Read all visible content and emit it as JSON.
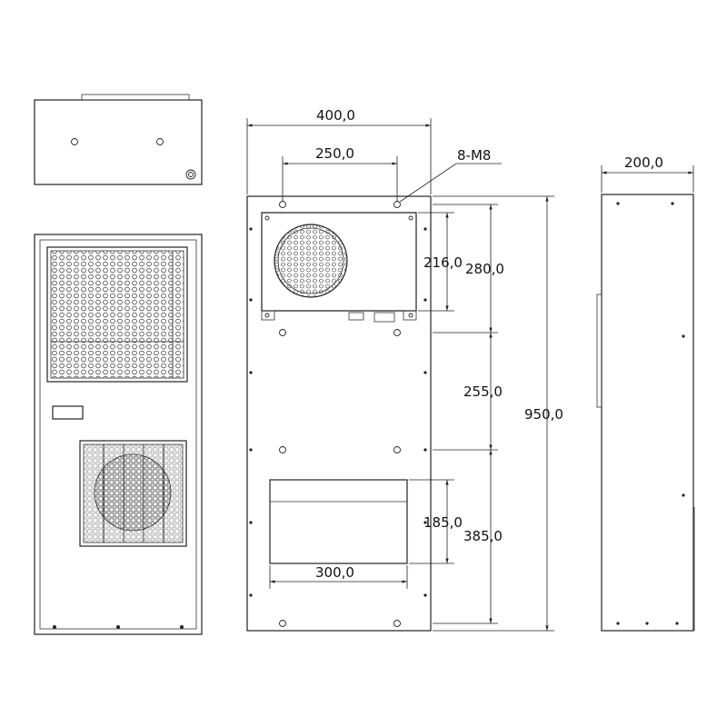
{
  "dimensions": {
    "width_400": "400,0",
    "hole_spacing_250": "250,0",
    "bolt_spec": "8-M8",
    "depth_200": "200,0",
    "height_216": "216,0",
    "height_280": "280,0",
    "height_255": "255,0",
    "height_950": "950,0",
    "height_185": "185,0",
    "height_385": "385,0",
    "width_300": "300,0"
  },
  "colors": {
    "line": "#222222",
    "background": "#ffffff"
  }
}
